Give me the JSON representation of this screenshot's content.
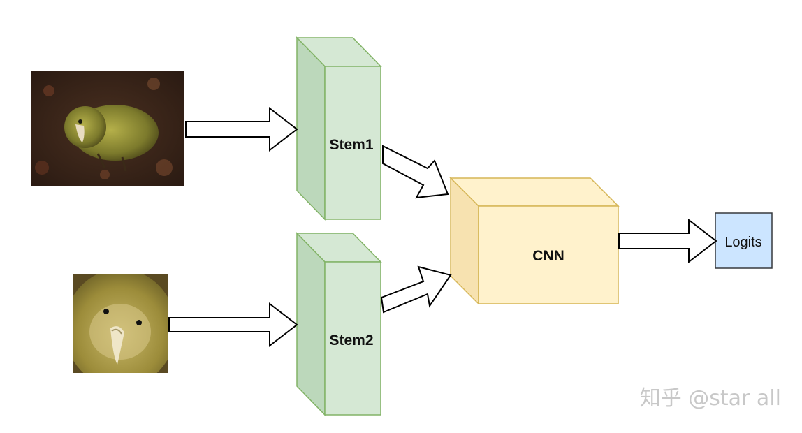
{
  "blocks": {
    "stem1": "Stem1",
    "stem2": "Stem2",
    "cnn": "CNN",
    "logits": "Logits"
  },
  "watermark": "知乎 @star all",
  "colors": {
    "stem_front": "#d5e8d4",
    "stem_side": "#bcd8bb",
    "stem_stroke": "#82b366",
    "cnn_front": "#fff2cc",
    "cnn_side": "#f7e2b0",
    "cnn_stroke": "#d6b656",
    "logits_fill": "#cce5ff",
    "logits_stroke": "#36393d",
    "arrow_stroke": "#000000"
  },
  "images": {
    "photo1": "bird-photo-icon",
    "photo2": "bird-closeup-photo-icon"
  }
}
